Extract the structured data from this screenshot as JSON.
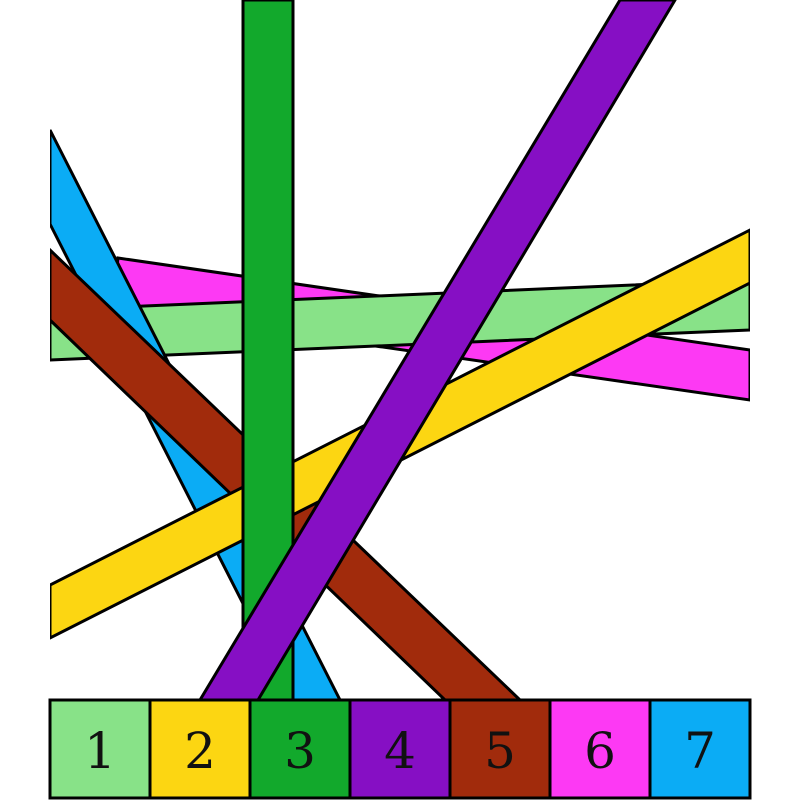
{
  "colors": {
    "light_green": "#88e288",
    "yellow": "#fcd612",
    "green": "#12a92c",
    "purple": "#860fc4",
    "brown": "#a12b0c",
    "magenta": "#fd39f4",
    "blue": "#0bacf5",
    "outline": "#000000"
  },
  "strips": [
    {
      "name": "strip-magenta",
      "color": "magenta"
    },
    {
      "name": "strip-light-green",
      "color": "light_green"
    },
    {
      "name": "strip-blue",
      "color": "blue"
    },
    {
      "name": "strip-brown",
      "color": "brown"
    },
    {
      "name": "strip-yellow",
      "color": "yellow"
    },
    {
      "name": "strip-green",
      "color": "green"
    },
    {
      "name": "strip-purple",
      "color": "purple"
    }
  ],
  "legend": [
    {
      "label": "1",
      "color": "light_green"
    },
    {
      "label": "2",
      "color": "yellow"
    },
    {
      "label": "3",
      "color": "green"
    },
    {
      "label": "4",
      "color": "purple"
    },
    {
      "label": "5",
      "color": "brown"
    },
    {
      "label": "6",
      "color": "magenta"
    },
    {
      "label": "7",
      "color": "blue"
    }
  ]
}
